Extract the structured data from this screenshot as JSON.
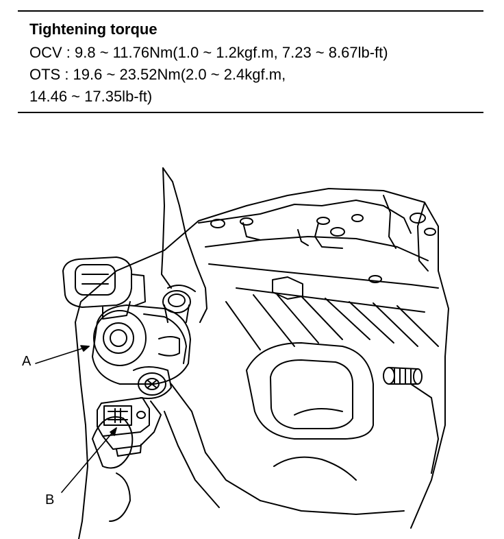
{
  "spec": {
    "title": "Tightening torque",
    "ocv_line": "OCV : 9.8 ~ 11.76Nm(1.0 ~ 1.2kgf.m, 7.23 ~ 8.67lb-ft)",
    "ots_line_1": "OTS : 19.6 ~ 23.52Nm(2.0 ~ 2.4kgf.m,",
    "ots_line_2": "14.46 ~ 17.35lb-ft)"
  },
  "callouts": {
    "a": "A",
    "b": "B"
  }
}
